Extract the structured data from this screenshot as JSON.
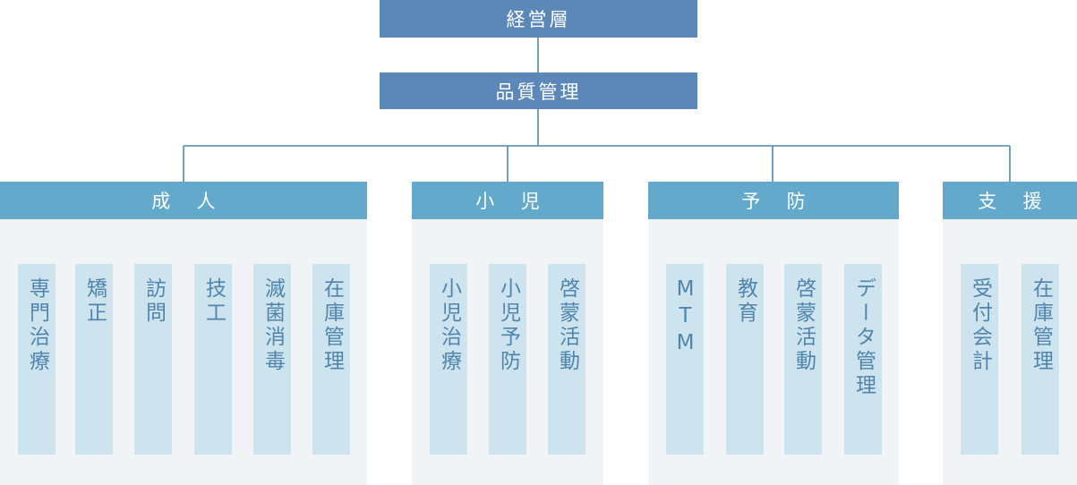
{
  "colors": {
    "top": "#5b88b8",
    "department": "#62a9cb",
    "panel": "#f1f4f6",
    "item": "#cde4ee",
    "item_text": "#5086ae",
    "line": "#4f8aa5"
  },
  "chart": {
    "root": "経営層",
    "second": "品質管理",
    "departments": [
      {
        "label": "成人",
        "items": [
          "専門治療",
          "矯正",
          "訪問",
          "技工",
          "滅菌消毒",
          "在庫管理"
        ]
      },
      {
        "label": "小児",
        "items": [
          "小児治療",
          "小児予防",
          "啓蒙活動"
        ]
      },
      {
        "label": "予防",
        "items": [
          "MTM",
          "教育",
          "啓蒙活動",
          "データ管理"
        ]
      },
      {
        "label": "支援",
        "items": [
          "受付会計",
          "在庫管理"
        ]
      }
    ]
  }
}
